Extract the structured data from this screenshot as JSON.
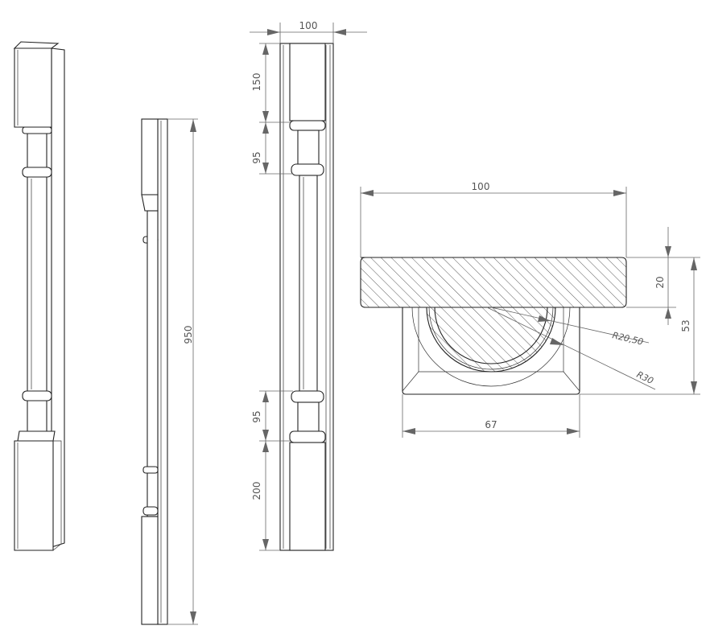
{
  "front_view": {
    "width_label": "100",
    "top_block_label": "150",
    "upper_collar_label": "95",
    "lower_collar_label": "95",
    "base_block_label": "200"
  },
  "side_view": {
    "total_height_label": "950"
  },
  "section_view": {
    "width_label": "100",
    "base_width_label": "67",
    "top_thickness_label": "20",
    "total_height_label": "53",
    "inner_radius_label": "R20,50",
    "outer_radius_label": "R30"
  }
}
